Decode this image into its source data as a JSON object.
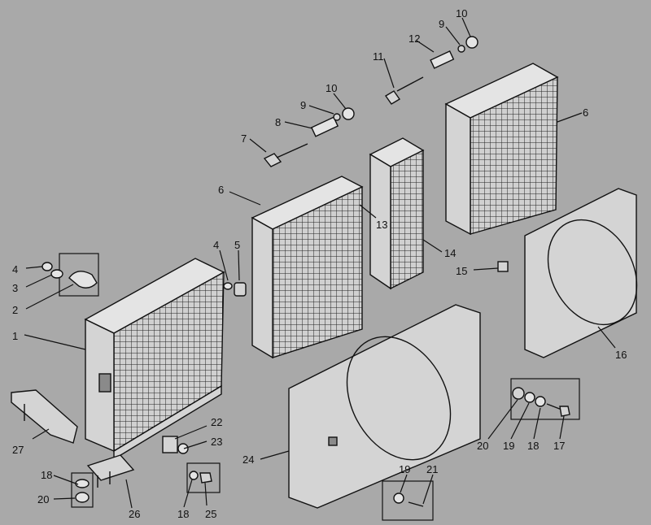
{
  "diagram": {
    "background_color": "#a9a9a9",
    "line_color": "#111111",
    "callouts": {
      "c1": "1",
      "c2": "2",
      "c3": "3",
      "c4a": "4",
      "c4b": "4",
      "c5": "5",
      "c6a": "6",
      "c6b": "6",
      "c7": "7",
      "c8": "8",
      "c9a": "9",
      "c9b": "9",
      "c10a": "10",
      "c10b": "10",
      "c11": "11",
      "c12": "12",
      "c13": "13",
      "c14": "14",
      "c15": "15",
      "c16": "16",
      "c17": "17",
      "c18a": "18",
      "c18b": "18",
      "c18c": "18",
      "c19a": "19",
      "c19b": "19",
      "c20a": "20",
      "c20b": "20",
      "c21": "21",
      "c22": "22",
      "c23": "23",
      "c24": "24",
      "c25": "25",
      "c26": "26",
      "c27": "27"
    }
  }
}
